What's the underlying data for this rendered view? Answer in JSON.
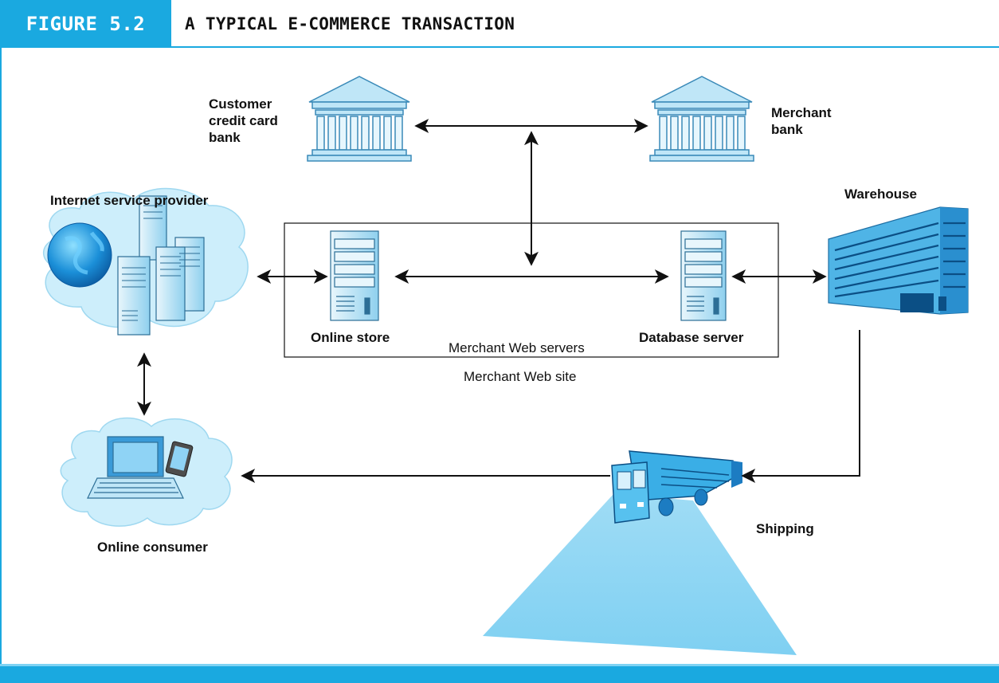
{
  "header": {
    "figure_tag": "FIGURE 5.2",
    "title": "A TYPICAL E-COMMERCE TRANSACTION"
  },
  "labels": {
    "customer_bank_line1": "Customer",
    "customer_bank_line2": "credit card",
    "customer_bank_line3": "bank",
    "merchant_bank_line1": "Merchant",
    "merchant_bank_line2": "bank",
    "isp": "Internet service provider",
    "warehouse": "Warehouse",
    "online_store": "Online store",
    "merchant_web_servers": "Merchant Web servers",
    "database_server": "Database server",
    "merchant_web_site": "Merchant Web site",
    "shipping": "Shipping",
    "online_consumer": "Online consumer"
  },
  "colors": {
    "accent": "#1aa9e0",
    "server_fill": "#bfe6f7",
    "cloud_fill": "#cdeefb"
  }
}
